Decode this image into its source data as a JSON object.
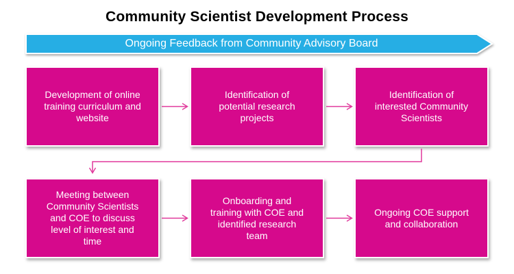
{
  "title": "Community Scientist Development Process",
  "banner": {
    "label": "Ongoing Feedback from Community Advisory Board"
  },
  "boxes": [
    {
      "id": "step-1",
      "label": "Development of online\ntraining curriculum and\nwebsite"
    },
    {
      "id": "step-2",
      "label": "Identification of\npotential research\nprojects"
    },
    {
      "id": "step-3",
      "label": "Identification of\ninterested Community\nScientists"
    },
    {
      "id": "step-4",
      "label": "Meeting between\nCommunity Scientists\nand COE to discuss\nlevel of interest and\ntime"
    },
    {
      "id": "step-5",
      "label": "Onboarding and\ntraining with COE and\nidentified research\nteam"
    },
    {
      "id": "step-6",
      "label": "Ongoing COE support\nand collaboration"
    }
  ],
  "colors": {
    "box_fill": "#D6098C",
    "connector": "#E0399B",
    "banner_fill": "#27AEE4",
    "box_text": "#FFFFFF",
    "title_text": "#000000"
  }
}
